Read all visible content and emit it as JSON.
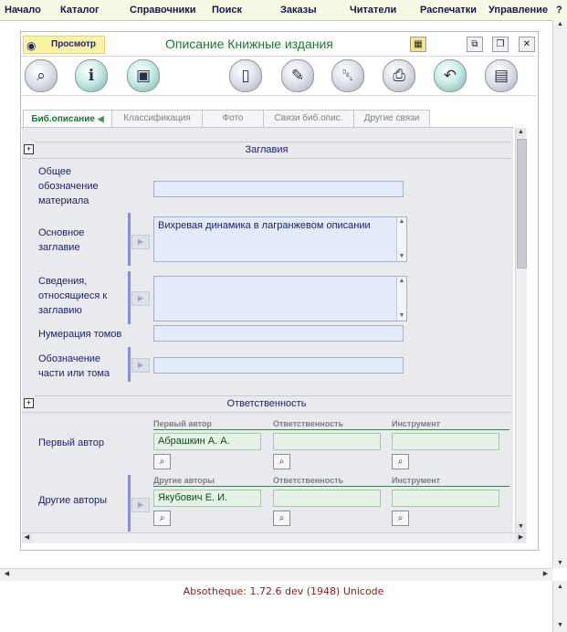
{
  "menu": [
    "Начало",
    "Каталог",
    "Справочники",
    "Поиск",
    "Заказы",
    "Читатели",
    "Распечатки",
    "Управление",
    "?"
  ],
  "window": {
    "mode_label": "Просмотр",
    "title": "Описание Книжные издания"
  },
  "toolbar_icons": [
    "search-book-icon",
    "info-book-icon",
    "computer-icon",
    "new-document-icon",
    "edit-document-icon",
    "delete-trash-icon",
    "print-icon",
    "undo-icon",
    "export-document-icon"
  ],
  "tabs": [
    "Биб.описание",
    "Классификация",
    "Фото",
    "Связи биб.опис.",
    "Другие связи"
  ],
  "active_tab": "Биб.описание",
  "sections": {
    "titles": {
      "heading": "Заглавия",
      "general_designation_label": "Общее обозначение материала",
      "general_designation_value": "",
      "main_title_label": "Основное заглавие",
      "main_title_value": "Вихревая динамика в лагранжевом описании",
      "related_info_label": "Сведения, относящиеся к заглавию",
      "related_info_value": "",
      "volume_numbering_label": "Нумерация томов",
      "volume_numbering_value": "",
      "part_designation_label": "Обозначение части или тома",
      "part_designation_value": ""
    },
    "responsibility": {
      "heading": "Ответственность",
      "first_author_label": "Первый автор",
      "first_author_cols": [
        "Первый автор",
        "Ответственность",
        "Инструмент"
      ],
      "first_author_value": "Абрашкин А. А.",
      "first_author_role": "",
      "first_author_tool": "",
      "other_authors_label": "Другие авторы",
      "other_authors_cols": [
        "Другие авторы",
        "Ответственность",
        "Инструмент"
      ],
      "other_authors_value": "Якубович Е. И.",
      "other_authors_role": "",
      "other_authors_tool": ""
    }
  },
  "footer": "Absotheque: 1.72.6 dev (1948) Unicode",
  "colors": {
    "menubar_bg": "#f7f8e3",
    "title_green": "#1a7a2a",
    "label_navy": "#1a1f6e",
    "footer_red": "#8a1a1a",
    "field_blue": "#e3eaf8",
    "field_green": "#e4f3e6"
  }
}
